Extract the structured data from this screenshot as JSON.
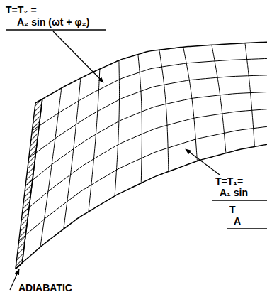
{
  "diagram": {
    "labels": [
      "T=T₂ =",
      "A₂ sin (ωt + φ₂)",
      "T=T₁=",
      "A₁ sin",
      "T",
      "A",
      "ADIABATIC"
    ]
  }
}
